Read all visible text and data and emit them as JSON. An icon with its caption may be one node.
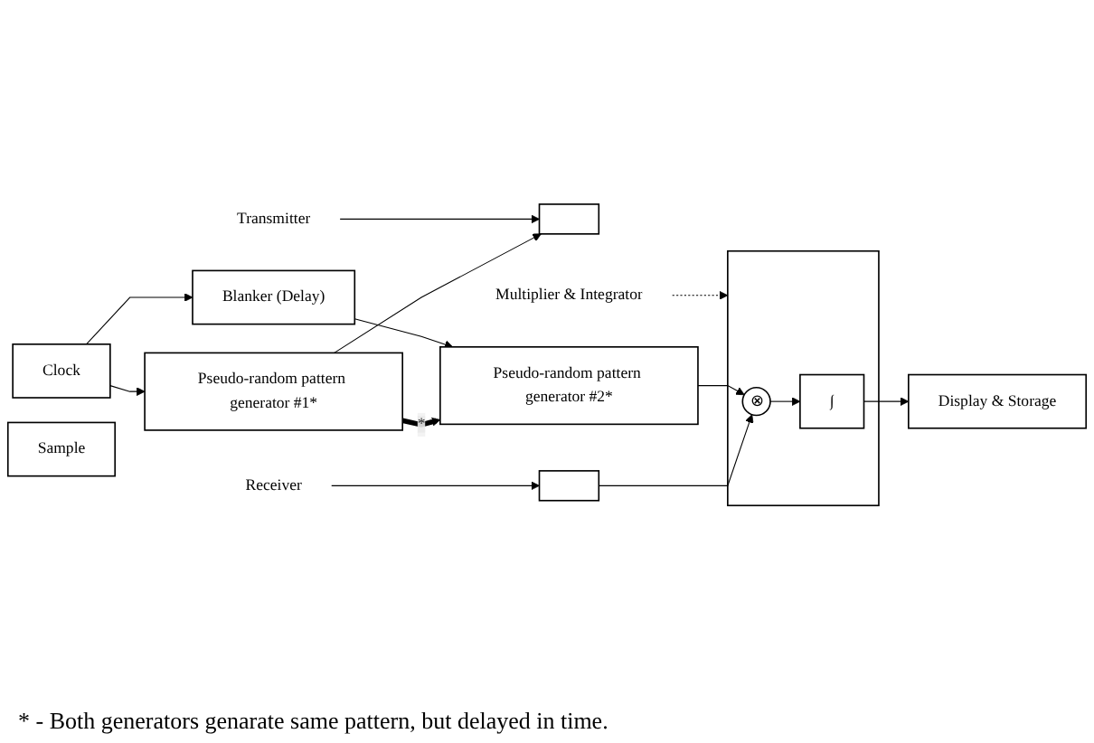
{
  "diagram": {
    "nodes": [
      {
        "text": [
          "Clock"
        ]
      },
      {
        "text": [
          "Pseudo-random pattern generator #1*"
        ]
      },
      {
        "text": [
          "Transmitter"
        ]
      },
      {
        "text": [],
        "shape": "box"
      },
      {
        "text": [
          "Sample"
        ]
      },
      {
        "text": [],
        "shape": "box"
      },
      {
        "text": [
          "Receiver"
        ]
      },
      {
        "text": [
          "Blanker (Delay)"
        ]
      },
      {
        "text": [
          "Pseudo-random pattern generator #2*"
        ]
      },
      {
        "text": [],
        "shape": "box"
      },
      {
        "text": [
          "⊗"
        ],
        "in": 9
      },
      {
        "text": [
          "∫"
        ],
        "in": 9
      },
      {
        "text": [
          "Multiplier & Integrator"
        ]
      },
      {
        "text": [
          "Display & Storage"
        ]
      }
    ],
    "edges": [
      {
        "from": 0,
        "to": 1,
        "arrow": "to"
      },
      {
        "from": 0,
        "to": 7,
        "arrow": "to"
      },
      {
        "from": 1,
        "to": 3,
        "arrow": "to"
      },
      {
        "from": 1,
        "to": 8,
        "arrow": "to",
        "label": "*",
        "style": "thick"
      },
      {
        "from": 2,
        "to": 3,
        "arrow": "to"
      },
      {
        "from": 6,
        "to": 5,
        "arrow": "to"
      },
      {
        "from": 5,
        "to": 10,
        "arrow": "to"
      },
      {
        "from": 7,
        "to": 8,
        "arrow": "to"
      },
      {
        "from": 8,
        "to": 10,
        "arrow": "to"
      },
      {
        "from": 10,
        "to": 11,
        "arrow": "to"
      },
      {
        "from": 11,
        "to": 13,
        "arrow": "to"
      },
      {
        "from": 12,
        "to": 9,
        "arrow": "to",
        "style": "dashed"
      }
    ],
    "labels": [
      "* - Both generators genarate same pattern, but delayed in time."
    ]
  }
}
